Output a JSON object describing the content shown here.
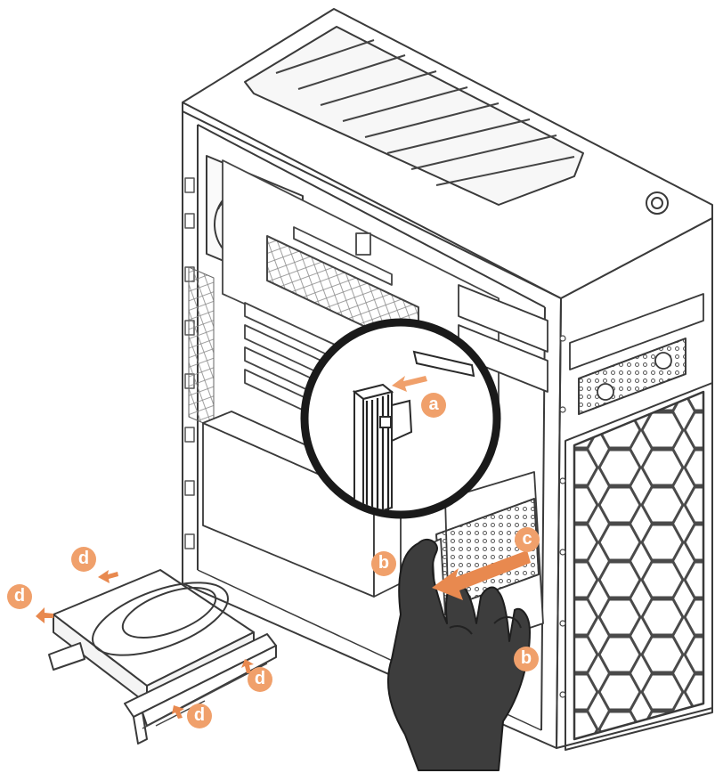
{
  "colors": {
    "accent": "#f0a06b",
    "accent_dark": "#e8894f",
    "line": "#3a3a3a",
    "light_line": "#8c8c8c",
    "hand": "#3d3d3d",
    "hand_outline": "#1e1e1e",
    "background": "#ffffff"
  },
  "callouts": {
    "a": "a",
    "b": "b",
    "c": "c",
    "d": "d"
  },
  "icons": {
    "step_badge": "circle-letter-badge",
    "remove_arrow": "arrow-left-icon"
  }
}
